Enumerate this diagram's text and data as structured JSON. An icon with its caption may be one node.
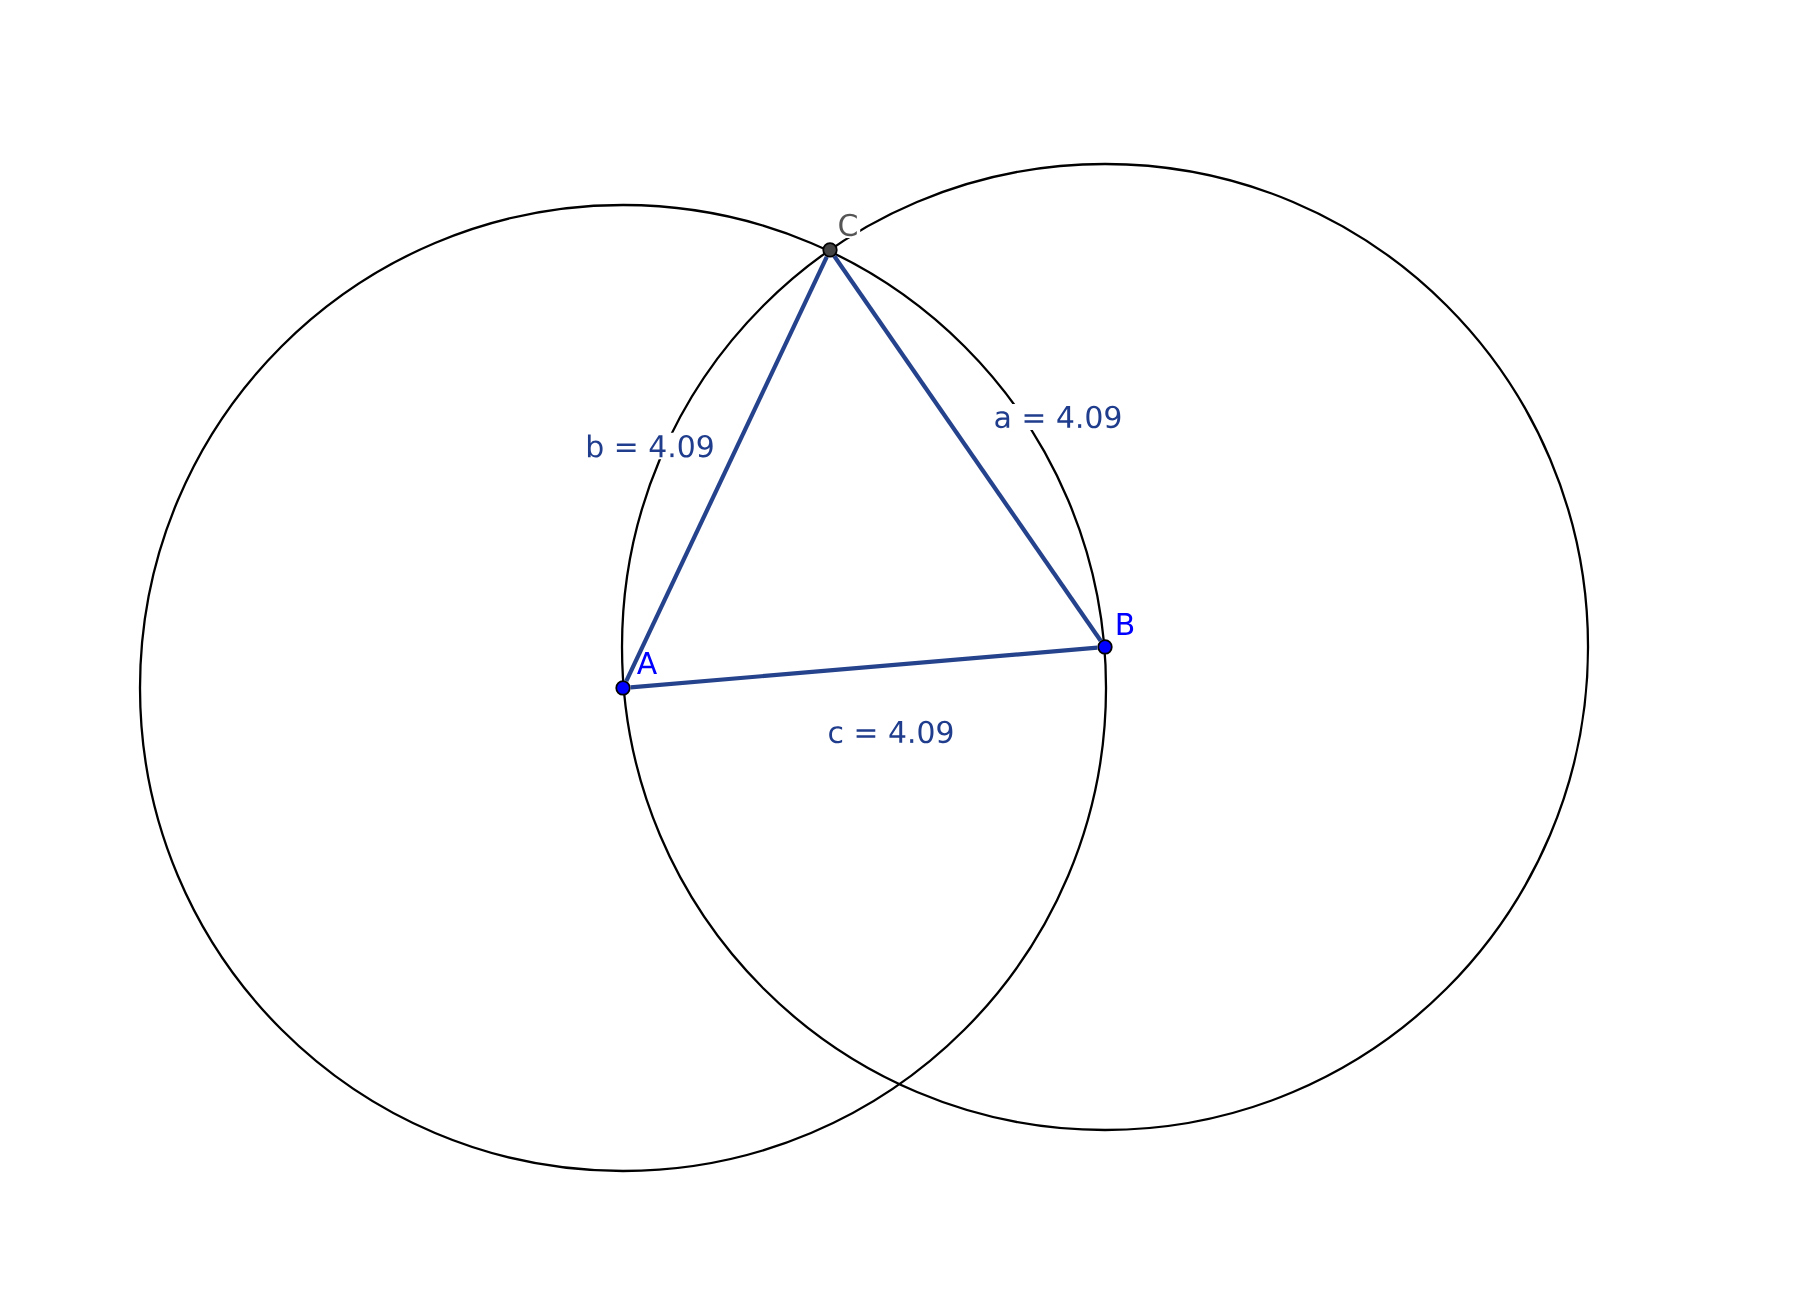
{
  "diagram": {
    "nodes": [
      {
        "text": [
          "A"
        ]
      },
      {
        "text": [
          "B"
        ]
      },
      {
        "text": [
          "C"
        ]
      }
    ],
    "edges": [
      {
        "from": 0,
        "to": 1,
        "arrow": "none",
        "label": "c = 4.09"
      },
      {
        "from": 1,
        "to": 2,
        "arrow": "none",
        "label": "a = 4.09"
      },
      {
        "from": 2,
        "to": 0,
        "arrow": "none",
        "label": "b = 4.09"
      }
    ]
  }
}
